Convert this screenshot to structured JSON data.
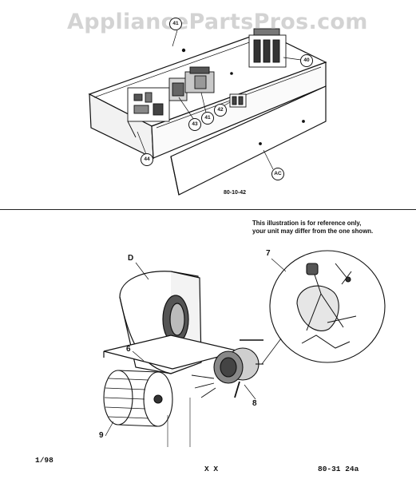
{
  "watermark": "AppliancePartsPros.com",
  "top_drawing": {
    "figure_code": "80-10-42",
    "callouts": {
      "cabinet": "41",
      "contactor": "40",
      "panel_a": "44",
      "relay_a": "43",
      "relay_b": "41",
      "transformer": "42",
      "cover_panel": "AC"
    }
  },
  "bottom_drawing": {
    "note_line1": "This illustration is for reference only,",
    "note_line2": "your unit may differ from the one shown.",
    "labels": {
      "assembly": "D",
      "detail": "7",
      "housing_part": "6",
      "motor_part": "8",
      "wheel_part": "9"
    }
  },
  "footer": {
    "date": "1/98",
    "center": "X X",
    "code": "80-31  24a"
  }
}
